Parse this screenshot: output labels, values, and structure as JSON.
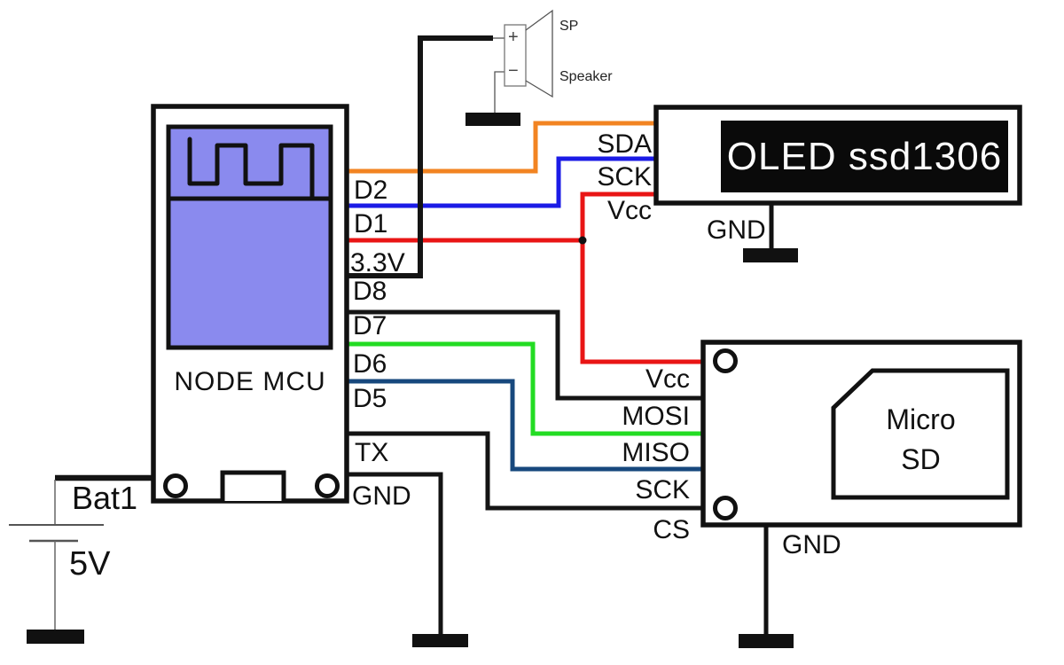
{
  "colors": {
    "wire_orange": "#f28422",
    "wire_blue": "#1b1be6",
    "wire_red": "#e91515",
    "wire_green": "#23dc23",
    "wire_navy": "#17487d",
    "wire_black": "#141414",
    "module_purple": "#8a8aee",
    "screen_black": "#0a0a0a"
  },
  "battery": {
    "ref": "Bat1",
    "voltage": "5V"
  },
  "nodemcu": {
    "label": "NODE MCU",
    "pins": [
      "D2",
      "D1",
      "3.3V",
      "D8",
      "D7",
      "D6",
      "D5",
      "TX",
      "GND"
    ]
  },
  "speaker": {
    "ref": "SP",
    "name": "Speaker",
    "plus": "+",
    "minus": "−"
  },
  "oled": {
    "title": "OLED ssd1306",
    "pins": [
      "SDA",
      "SCK",
      "Vcc"
    ],
    "gnd_label": "GND"
  },
  "microsd": {
    "card_line1": "Micro",
    "card_line2": "SD",
    "pins": [
      "Vcc",
      "MOSI",
      "MISO",
      "SCK",
      "CS"
    ],
    "gnd_label": "GND"
  }
}
